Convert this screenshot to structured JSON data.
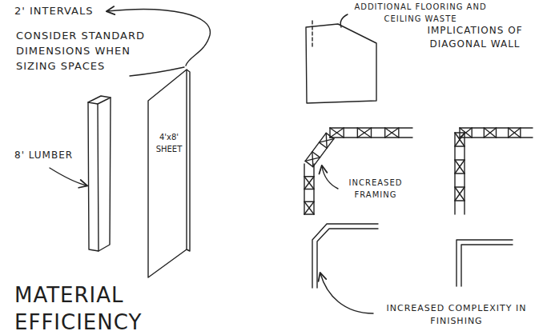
{
  "diagram": {
    "title": "MATERIAL EFFICIENCY",
    "nodes": [
      {
        "text": [
          "4'x8' SHEET"
        ]
      }
    ],
    "labels": [
      "2' INTERVALS",
      "CONSIDER STANDARD DIMENSIONS WHEN SIZING SPACES",
      "8' LUMBER",
      "ADDITIONAL FLOORING AND CEILING WASTE",
      "IMPLICATIONS OF DIAGONAL WALL",
      "INCREASED FRAMING",
      "INCREASED COMPLEXITY IN FINISHING"
    ]
  }
}
